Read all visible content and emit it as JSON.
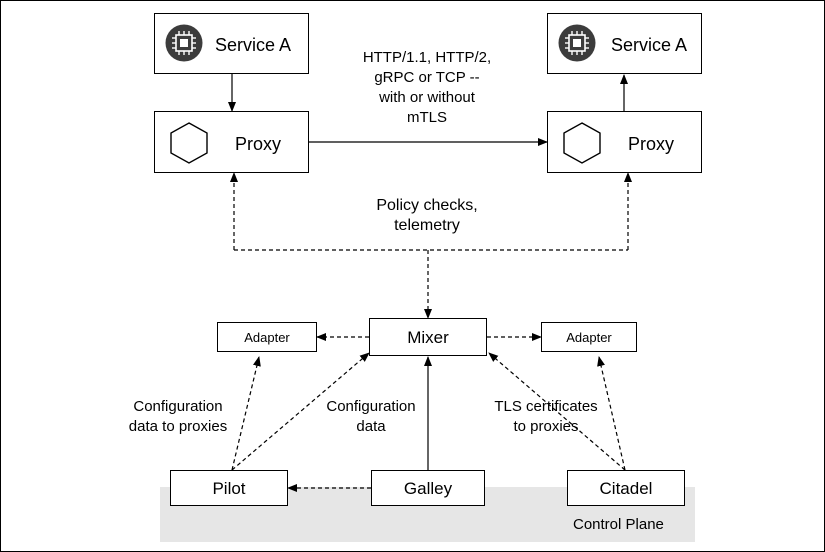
{
  "service_a_left": {
    "label": "Service A",
    "icon": "chip-icon"
  },
  "service_a_right": {
    "label": "Service A",
    "icon": "chip-icon"
  },
  "proxy_left": {
    "label": "Proxy",
    "icon": "hexagon-icon"
  },
  "proxy_right": {
    "label": "Proxy",
    "icon": "hexagon-icon"
  },
  "protocol_note": [
    "HTTP/1.1, HTTP/2,",
    "gRPC or TCP --",
    "with or without",
    "mTLS"
  ],
  "policy_note": [
    "Policy checks,",
    "telemetry"
  ],
  "mixer": {
    "label": "Mixer"
  },
  "adapter_left": {
    "label": "Adapter"
  },
  "adapter_right": {
    "label": "Adapter"
  },
  "config_to_proxies_note": [
    "Configuration",
    "data to proxies"
  ],
  "config_note": [
    "Configuration",
    "data"
  ],
  "tls_note": [
    "TLS certificates",
    "to proxies"
  ],
  "pilot": {
    "label": "Pilot"
  },
  "galley": {
    "label": "Galley"
  },
  "citadel": {
    "label": "Citadel"
  },
  "control_plane": {
    "label": "Control Plane",
    "fill": "#e6e6e6"
  }
}
